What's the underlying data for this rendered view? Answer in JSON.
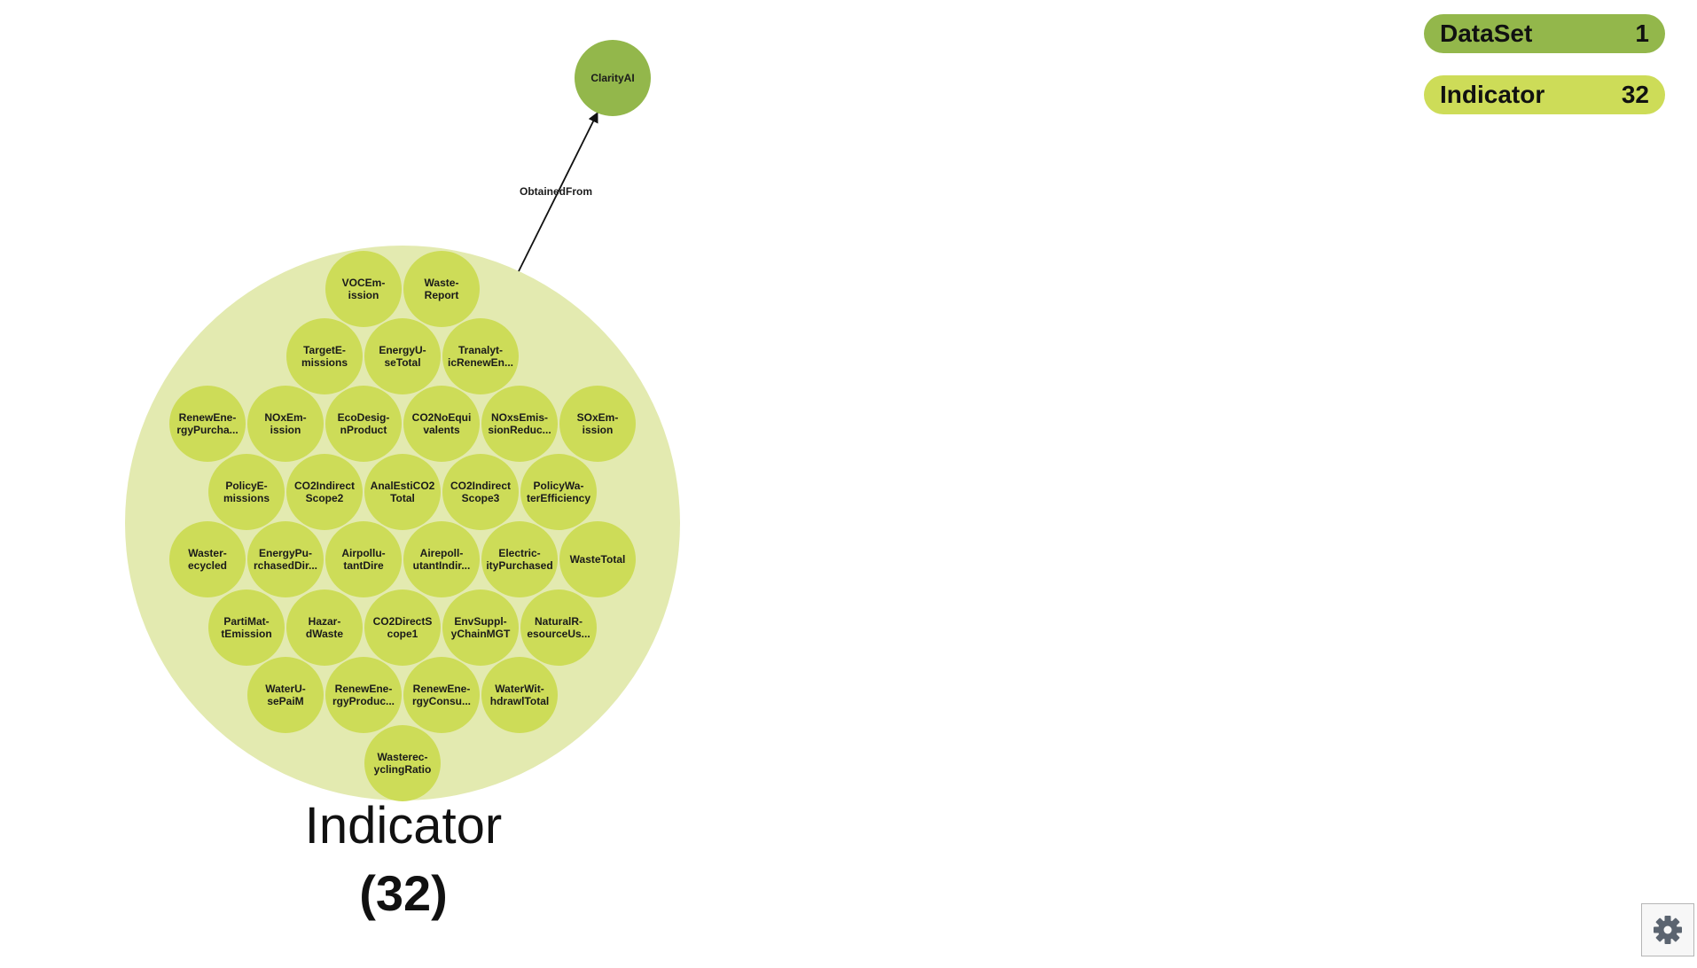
{
  "legend": [
    {
      "label": "DataSet",
      "count": "1",
      "color": "#93b74b"
    },
    {
      "label": "Indicator",
      "count": "32",
      "color": "#cddc58"
    }
  ],
  "group": {
    "name": "Indicator",
    "count_label": "(32)",
    "bg_color": "#e3eab0",
    "node_color": "#cddc58"
  },
  "dataset_node": {
    "label": "ClarityAI",
    "color": "#93b74b"
  },
  "edge": {
    "label": "ObtainedFrom"
  },
  "indicator_nodes": [
    [
      "VOCEm-",
      "ission"
    ],
    [
      "Waste-",
      "Report"
    ],
    [
      "TargetE-",
      "missions"
    ],
    [
      "EnergyU-",
      "seTotal"
    ],
    [
      "Tranalyt-",
      "icRenewEn..."
    ],
    [
      "RenewEne-",
      "rgyPurcha..."
    ],
    [
      "NOxEm-",
      "ission"
    ],
    [
      "EcoDesig-",
      "nProduct"
    ],
    [
      "CO2NoEqui",
      "valents"
    ],
    [
      "NOxsEmis-",
      "sionReduc..."
    ],
    [
      "SOxEm-",
      "ission"
    ],
    [
      "PolicyE-",
      "missions"
    ],
    [
      "CO2Indirect",
      "Scope2"
    ],
    [
      "AnalEstiCO2",
      "Total"
    ],
    [
      "CO2Indirect",
      "Scope3"
    ],
    [
      "PolicyWa-",
      "terEfficiency"
    ],
    [
      "Waster-",
      "ecycled"
    ],
    [
      "EnergyPu-",
      "rchasedDir..."
    ],
    [
      "Airpollu-",
      "tantDire"
    ],
    [
      "Airepoll-",
      "utantIndir..."
    ],
    [
      "Electric-",
      "ityPurchased"
    ],
    [
      "WasteTotal"
    ],
    [
      "PartiMat-",
      "tEmission"
    ],
    [
      "Hazar-",
      "dWaste"
    ],
    [
      "CO2DirectS",
      "cope1"
    ],
    [
      "EnvSuppl-",
      "yChainMGT"
    ],
    [
      "NaturalR-",
      "esourceUs..."
    ],
    [
      "WaterU-",
      "sePaiM"
    ],
    [
      "RenewEne-",
      "rgyProduc..."
    ],
    [
      "RenewEne-",
      "rgyConsu..."
    ],
    [
      "WaterWit-",
      "hdrawlTotal"
    ],
    [
      "Wasterec-",
      "yclingRatio"
    ]
  ],
  "icons": {
    "settings": "gear-icon"
  }
}
